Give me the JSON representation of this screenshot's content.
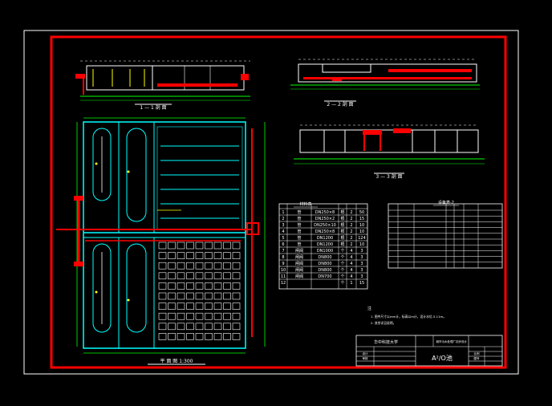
{
  "titles": {
    "section_1": "1 — 1 剖 面",
    "section_2": "2 — 2 剖 面",
    "section_3": "3 — 3 剖 面",
    "plan": "平 面 图  1:300"
  },
  "table1": {
    "title": "材料表",
    "rows": [
      [
        "1",
        "管",
        "DN250×8",
        "根",
        "2",
        "50"
      ],
      [
        "2",
        "管",
        "DN250×2",
        "根",
        "2",
        "15"
      ],
      [
        "3",
        "管",
        "DN250×10",
        "根",
        "2",
        "10"
      ],
      [
        "4",
        "管",
        "DN250×8",
        "根",
        "2",
        "10"
      ],
      [
        "5",
        "管",
        "DN1200",
        "根",
        "2",
        "124"
      ],
      [
        "6",
        "管",
        "DN1200",
        "根",
        "2",
        "10"
      ],
      [
        "7",
        "闸阀",
        "DN1000",
        "个",
        "4",
        "3"
      ],
      [
        "8",
        "闸阀",
        "DN800",
        "个",
        "4",
        "3"
      ],
      [
        "9",
        "闸阀",
        "DN800",
        "个",
        "4",
        "3"
      ],
      [
        "10",
        "闸阀",
        "DN800",
        "个",
        "4",
        "3"
      ],
      [
        "11",
        "闸阀",
        "DN700",
        "个",
        "4",
        "3"
      ],
      [
        "12",
        "",
        "",
        "个",
        "1",
        "15"
      ]
    ]
  },
  "table2": {
    "title": "设备表-2"
  },
  "notes": {
    "title": "注",
    "line1": "1. 图中尺寸以mm计，标高以m计，设计水位-5.11m。",
    "line2": "2. 其余详见说明。"
  },
  "title_block": {
    "university": "华中科技大学",
    "project": "城市污水处理厂初步设计",
    "drawing_name": "A²/O池",
    "drawn_label": "设计",
    "checked_label": "审核",
    "scale_label": "比例",
    "sheet_label": "图号"
  },
  "colors": {
    "background": "#000000",
    "outer_frame": "#ffffff",
    "inner_frame": "#ff0000",
    "tank_outline": "#00ffff",
    "pipe": "#ff0000",
    "dimension": "#00ff00",
    "text_yellow": "#ffff00",
    "lines_white": "#ffffff"
  }
}
